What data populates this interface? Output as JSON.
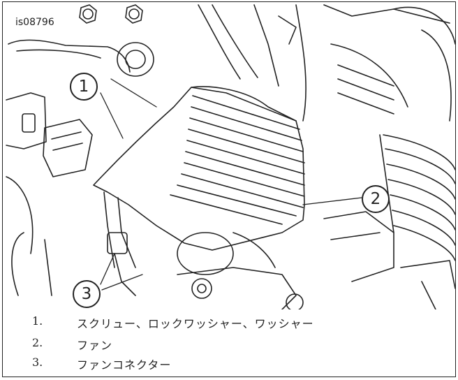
{
  "figure": {
    "id": "is08796"
  },
  "callouts": [
    {
      "label": "1"
    },
    {
      "label": "2"
    },
    {
      "label": "3"
    }
  ],
  "legend": [
    {
      "number": "1.",
      "text": "スクリュー、ロックワッシャー、ワッシャー"
    },
    {
      "number": "2.",
      "text": "ファン"
    },
    {
      "number": "3.",
      "text": "ファンコネクター"
    }
  ],
  "colors": {
    "line": "#222222",
    "background": "#ffffff"
  }
}
